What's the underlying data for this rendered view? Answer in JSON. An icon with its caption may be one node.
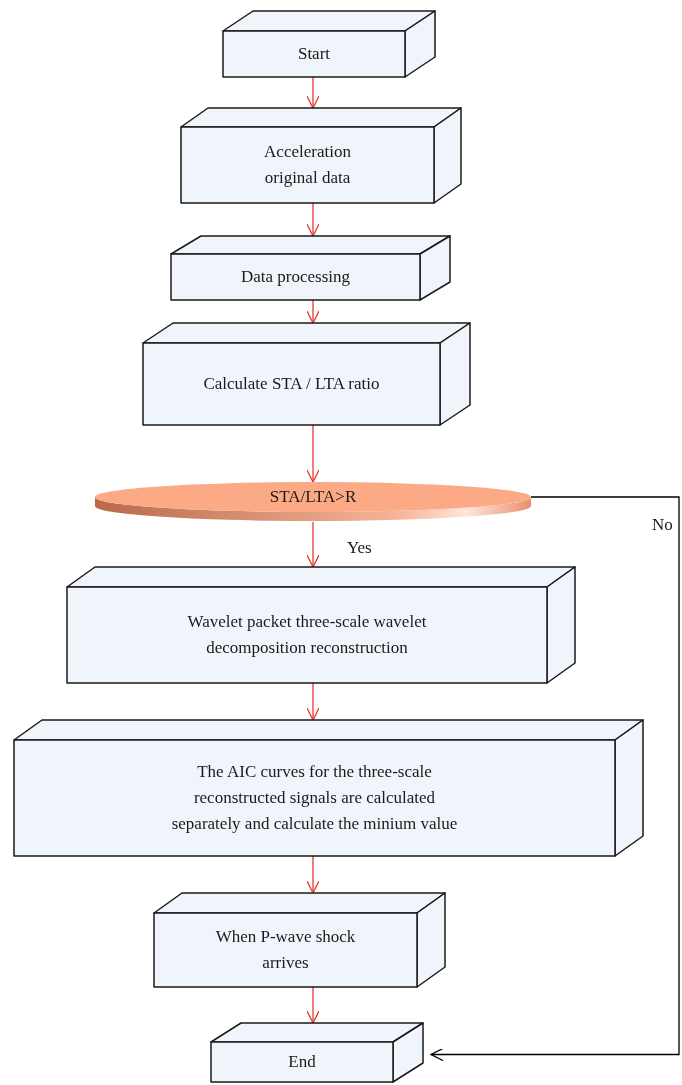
{
  "diagram": {
    "nodes": [
      {
        "text": [
          "Start"
        ]
      },
      {
        "text": [
          "Acceleration original data"
        ]
      },
      {
        "text": [
          "Data processing"
        ]
      },
      {
        "text": [
          "Calculate STA / LTA ratio"
        ]
      },
      {
        "text": [
          "STA/LTA>R"
        ]
      },
      {
        "text": [
          "Wavelet packet three-scale wavelet decomposition reconstruction"
        ]
      },
      {
        "text": [
          "The AIC curves for the three-scale reconstructed signals are calculated separately and calculate the minium value"
        ]
      },
      {
        "text": [
          "When P-wave shock arrives"
        ]
      },
      {
        "text": [
          "End"
        ]
      }
    ],
    "edges": [
      {
        "from": 0,
        "to": 1,
        "arrow": "to"
      },
      {
        "from": 1,
        "to": 2,
        "arrow": "to"
      },
      {
        "from": 2,
        "to": 3,
        "arrow": "to"
      },
      {
        "from": 3,
        "to": 4,
        "arrow": "to"
      },
      {
        "from": 4,
        "to": 5,
        "arrow": "to",
        "label": "Yes"
      },
      {
        "from": 5,
        "to": 6,
        "arrow": "to"
      },
      {
        "from": 6,
        "to": 7,
        "arrow": "to"
      },
      {
        "from": 7,
        "to": 8,
        "arrow": "to"
      },
      {
        "from": 4,
        "to": 8,
        "arrow": "to",
        "label": "No",
        "color": "#000000"
      }
    ]
  }
}
